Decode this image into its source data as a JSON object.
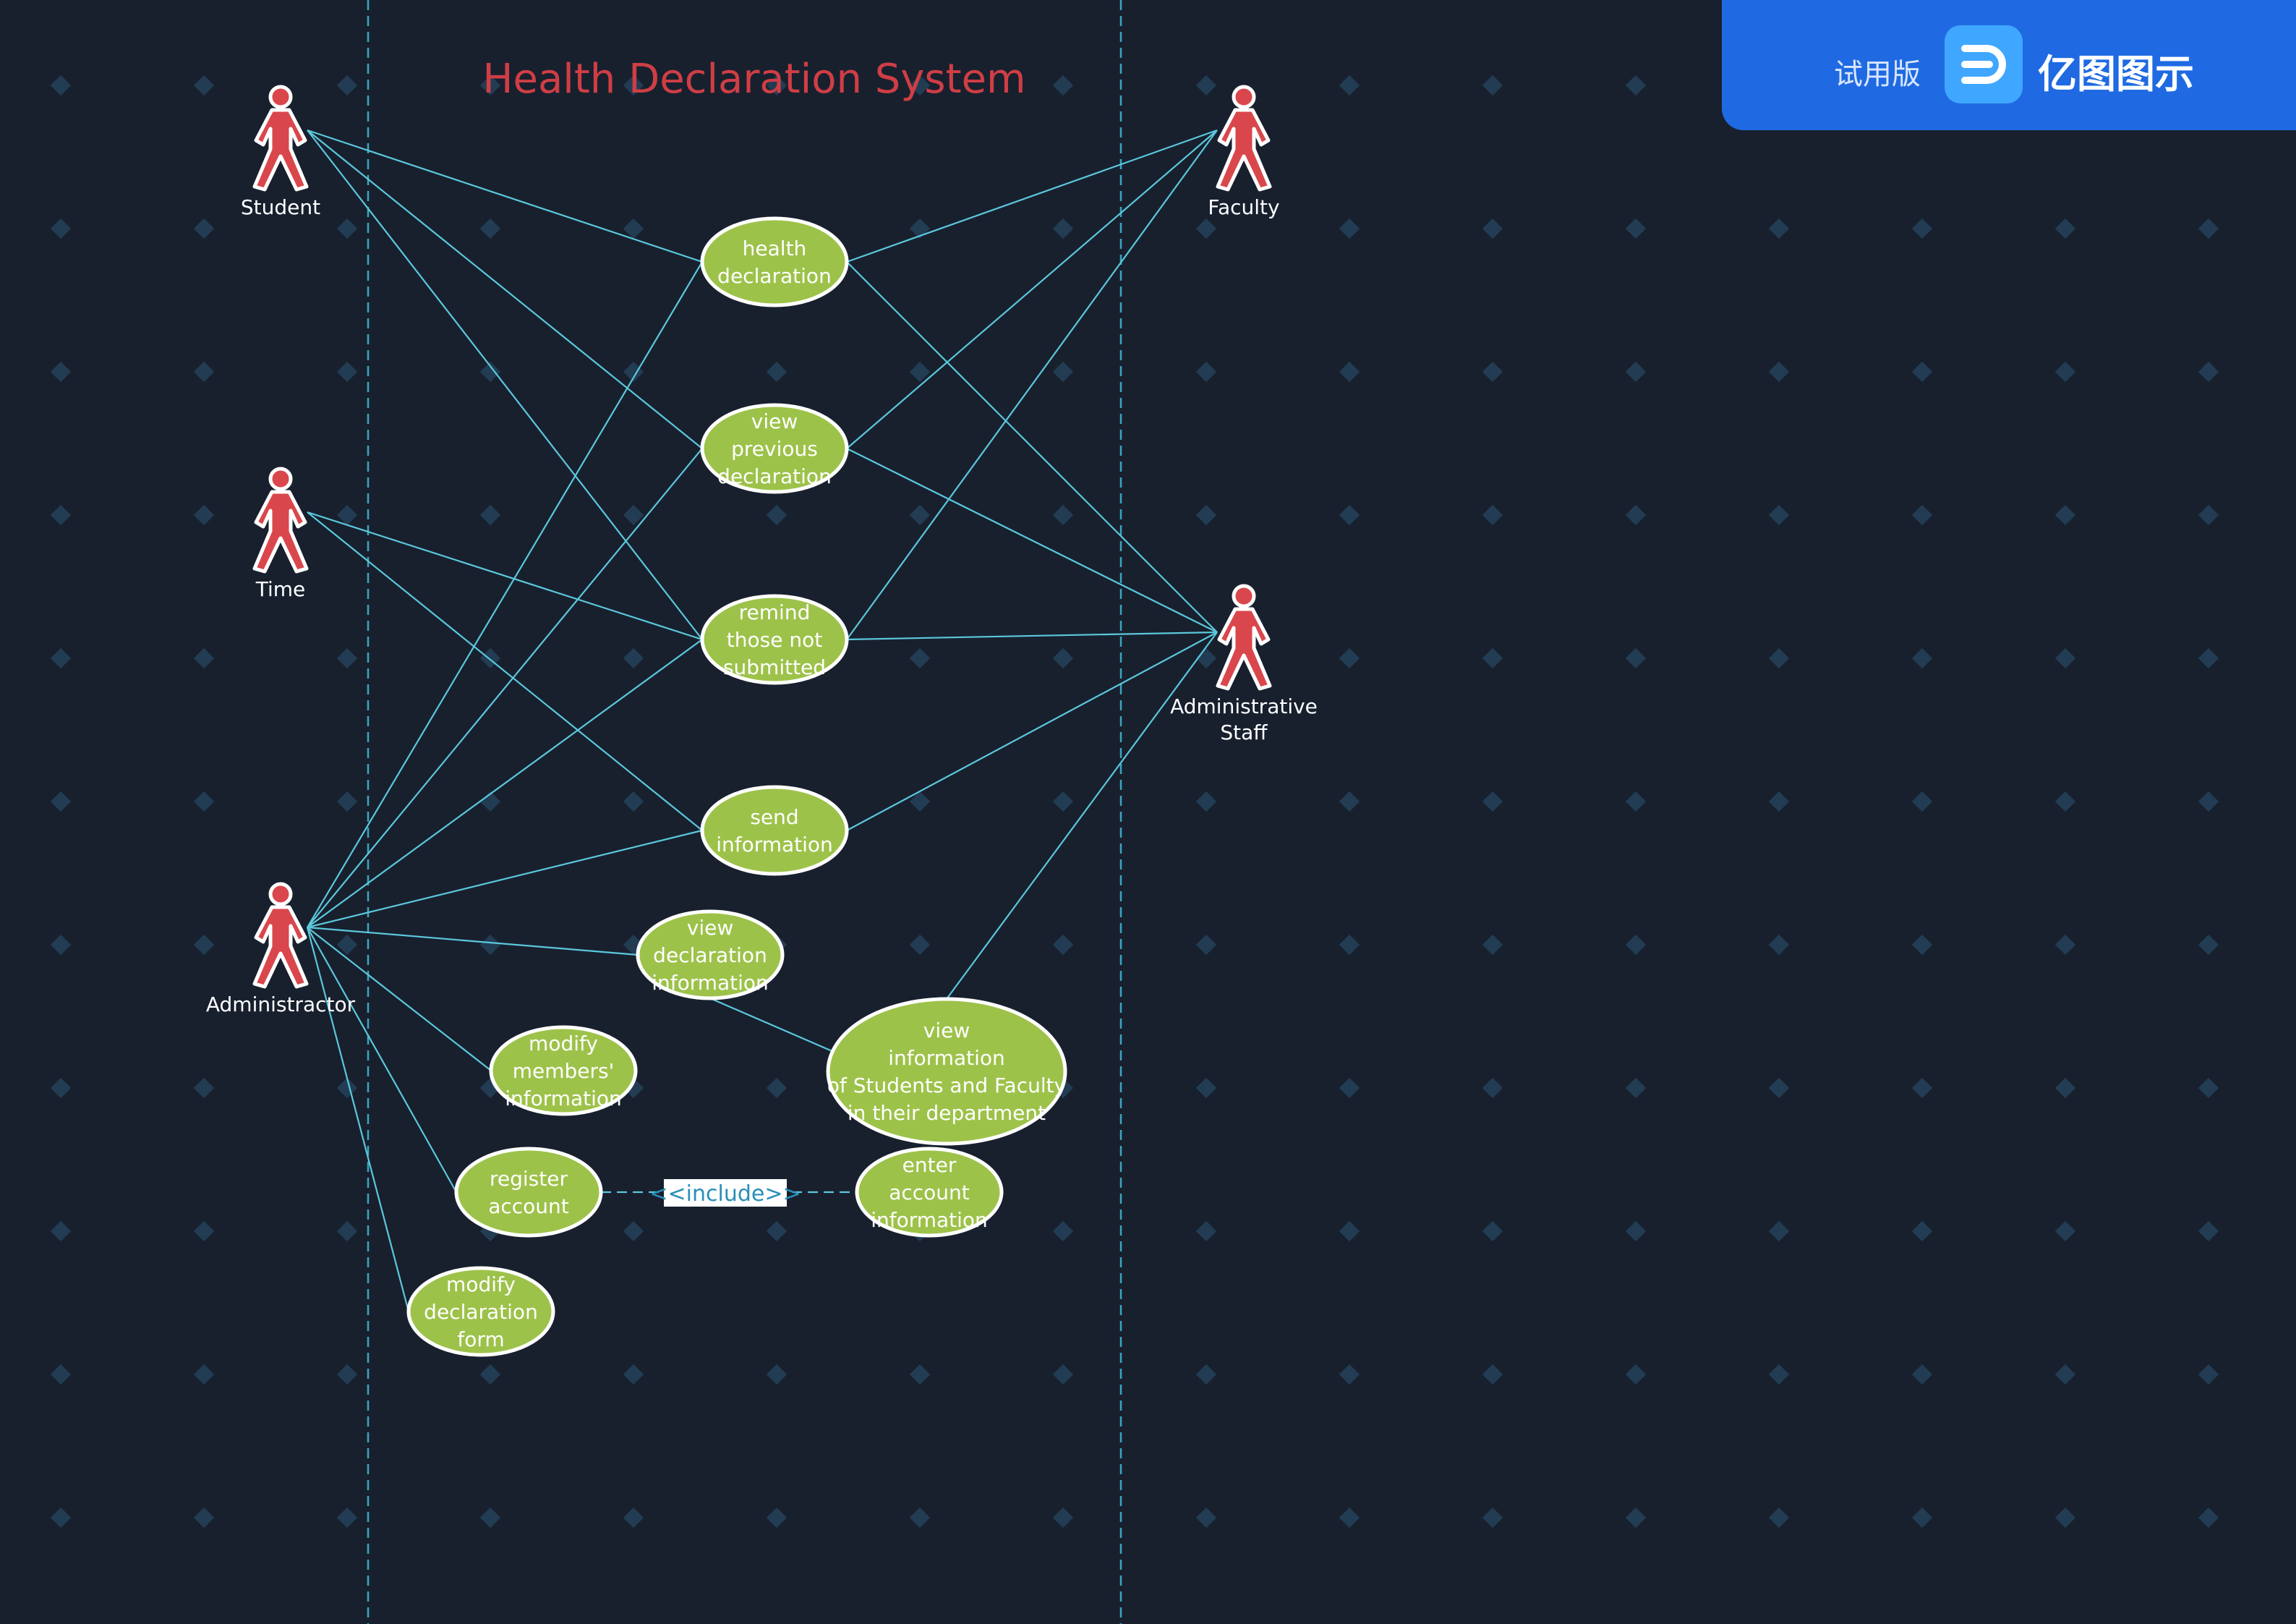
{
  "title": "Health Declaration System",
  "colors": {
    "background": "#18202e",
    "line": "#5bc8dc",
    "boundary": "#3aa6c0",
    "usecase_fill": "#9dc24a",
    "usecase_stroke": "#ffffff",
    "actor_fill": "#d9474c",
    "title": "#cf3e45",
    "text": "#ffffff",
    "badge": "#1f6ae2"
  },
  "actors": [
    {
      "id": "student",
      "label": "Student"
    },
    {
      "id": "time",
      "label": "Time"
    },
    {
      "id": "admin",
      "label": "Administractor"
    },
    {
      "id": "faculty",
      "label": "Faculty"
    },
    {
      "id": "staff",
      "label": "Administrative\nStaff"
    }
  ],
  "usecases": [
    {
      "id": "hd",
      "label": "health\ndeclaration"
    },
    {
      "id": "vpd",
      "label": "view\nprevious\ndeclaration"
    },
    {
      "id": "rem",
      "label": "remind\nthose not\nsubmitted"
    },
    {
      "id": "send",
      "label": "send\ninformation"
    },
    {
      "id": "vdi",
      "label": "view\ndeclaration\ninformation"
    },
    {
      "id": "vis",
      "label": "view\ninformation\nof Students and Faculty\nin their department"
    },
    {
      "id": "mmi",
      "label": "modify\nmembers'\ninformation"
    },
    {
      "id": "reg",
      "label": "register\naccount"
    },
    {
      "id": "enter",
      "label": "enter\naccount\ninformation"
    },
    {
      "id": "mdf",
      "label": "modify\ndeclaration\nform"
    }
  ],
  "associations": [
    [
      "student",
      "hd"
    ],
    [
      "student",
      "vpd"
    ],
    [
      "student",
      "rem"
    ],
    [
      "time",
      "rem"
    ],
    [
      "time",
      "send"
    ],
    [
      "admin",
      "hd"
    ],
    [
      "admin",
      "vpd"
    ],
    [
      "admin",
      "rem"
    ],
    [
      "admin",
      "send"
    ],
    [
      "admin",
      "vdi"
    ],
    [
      "admin",
      "mmi"
    ],
    [
      "admin",
      "reg"
    ],
    [
      "admin",
      "mdf"
    ],
    [
      "faculty",
      "hd"
    ],
    [
      "faculty",
      "vpd"
    ],
    [
      "faculty",
      "rem"
    ],
    [
      "staff",
      "hd"
    ],
    [
      "staff",
      "vpd"
    ],
    [
      "staff",
      "rem"
    ],
    [
      "staff",
      "send"
    ],
    [
      "staff",
      "vis"
    ],
    [
      "vis",
      "vdi"
    ]
  ],
  "include": {
    "from": "reg",
    "to": "enter",
    "label": "<<include>>"
  },
  "badge": {
    "trial": "试用版",
    "brand": "亿图图示"
  }
}
